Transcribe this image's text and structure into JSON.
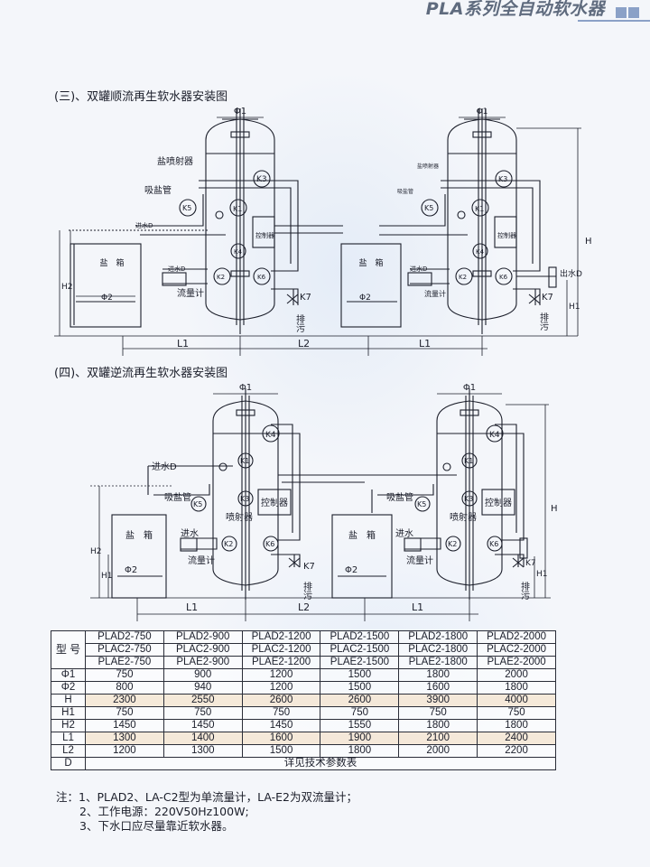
{
  "header": {
    "title": "PLA系列全自动软水器"
  },
  "sections": [
    {
      "title": "(三)、双罐顺流再生软水器安装图"
    },
    {
      "title": "(四)、双罐逆流再生软水器安装图"
    }
  ],
  "diagram3": {
    "labels": {
      "phi1": "Φ1",
      "salt_injector": "盐喷射器",
      "salt_injector_small": "盐喷射器",
      "suction_pipe": "吸盐管",
      "suction_pipe_small": "吸盐管",
      "inlet_d": "进水D",
      "inlet_d2": "进水D",
      "outlet_d": "出水D",
      "salt_box": "盐　箱",
      "salt_box2": "盐　箱",
      "phi2": "Φ2",
      "phi2b": "Φ2",
      "flowmeter": "流量计",
      "flowmeter2": "流量计",
      "controller": "控制器",
      "controller2": "控制器",
      "k1": "K1",
      "k2": "K2",
      "k3": "K3",
      "k4": "K4",
      "k5": "K5",
      "k6": "K6",
      "k7": "K7",
      "k1b": "K1",
      "k2b": "K2",
      "k3b": "K3",
      "k4b": "K4",
      "k5b": "K5",
      "k6b": "K6",
      "k7b": "K7",
      "drain": "排污",
      "drain2": "排污",
      "h": "H",
      "h1": "H1",
      "h2": "H2",
      "l1": "L1",
      "l2": "L2",
      "l1b": "L1"
    }
  },
  "diagram4": {
    "labels": {
      "phi1": "Φ1",
      "phi1b": "Φ1",
      "inlet_d": "进水D",
      "suction_pipe": "吸盐管",
      "suction_pipe2": "吸盐管",
      "injector": "喷射器",
      "injector2": "喷射器",
      "inlet": "进水",
      "inlet2": "进水",
      "flowmeter": "流量计",
      "flowmeter2": "流量计",
      "controller": "控制器",
      "controller2": "控制器",
      "salt_box": "盐　箱",
      "salt_box2": "盐　箱",
      "phi2": "Φ2",
      "phi2b": "Φ2",
      "k1": "K1",
      "k2": "K2",
      "k3": "K3",
      "k4": "K4",
      "k5": "K5",
      "k6": "K6",
      "k7": "K7",
      "k1b": "K1",
      "k2b": "K2",
      "k3b": "K3",
      "k4b": "K4",
      "k5b": "K5",
      "k6b": "K6",
      "k7b": "K7",
      "drain": "排污",
      "drain2": "排污",
      "h": "H",
      "h1": "H1",
      "h2": "H2",
      "h1b": "H1",
      "l1": "L1",
      "l2": "L2",
      "l1b": "L1"
    }
  },
  "table": {
    "model_label": "型 号",
    "model_rows": [
      [
        "PLAD2-750",
        "PLAD2-900",
        "PLAD2-1200",
        "PLAD2-1500",
        "PLAD2-1800",
        "PLAD2-2000"
      ],
      [
        "PLAC2-750",
        "PLAC2-900",
        "PLAC2-1200",
        "PLAC2-1500",
        "PLAC2-1800",
        "PLAC2-2000"
      ],
      [
        "PLAE2-750",
        "PLAE2-900",
        "PLAE2-1200",
        "PLAE2-1500",
        "PLAE2-1800",
        "PLAE2-2000"
      ]
    ],
    "rows": [
      {
        "label": "Φ1",
        "values": [
          "750",
          "900",
          "1200",
          "1500",
          "1800",
          "2000"
        ]
      },
      {
        "label": "Φ2",
        "values": [
          "800",
          "940",
          "1200",
          "1500",
          "1600",
          "1800"
        ]
      },
      {
        "label": "H",
        "values": [
          "2300",
          "2550",
          "2600",
          "2600",
          "3900",
          "4000"
        ]
      },
      {
        "label": "H1",
        "values": [
          "750",
          "750",
          "750",
          "750",
          "750",
          "750"
        ]
      },
      {
        "label": "H2",
        "values": [
          "1450",
          "1450",
          "1450",
          "1550",
          "1800",
          "1800"
        ]
      },
      {
        "label": "L1",
        "values": [
          "1300",
          "1400",
          "1600",
          "1900",
          "2100",
          "2400"
        ]
      },
      {
        "label": "L2",
        "values": [
          "1200",
          "1300",
          "1500",
          "1800",
          "2000",
          "2200"
        ]
      }
    ],
    "d_label": "D",
    "d_value": "详见技术参数表"
  },
  "notes": [
    "注：1、PLAD2、LA-C2型为单流量计，LA-E2为双流量计；",
    "2、工作电源：220V50Hz100W;",
    "3、下水口应尽量靠近软水器。"
  ]
}
